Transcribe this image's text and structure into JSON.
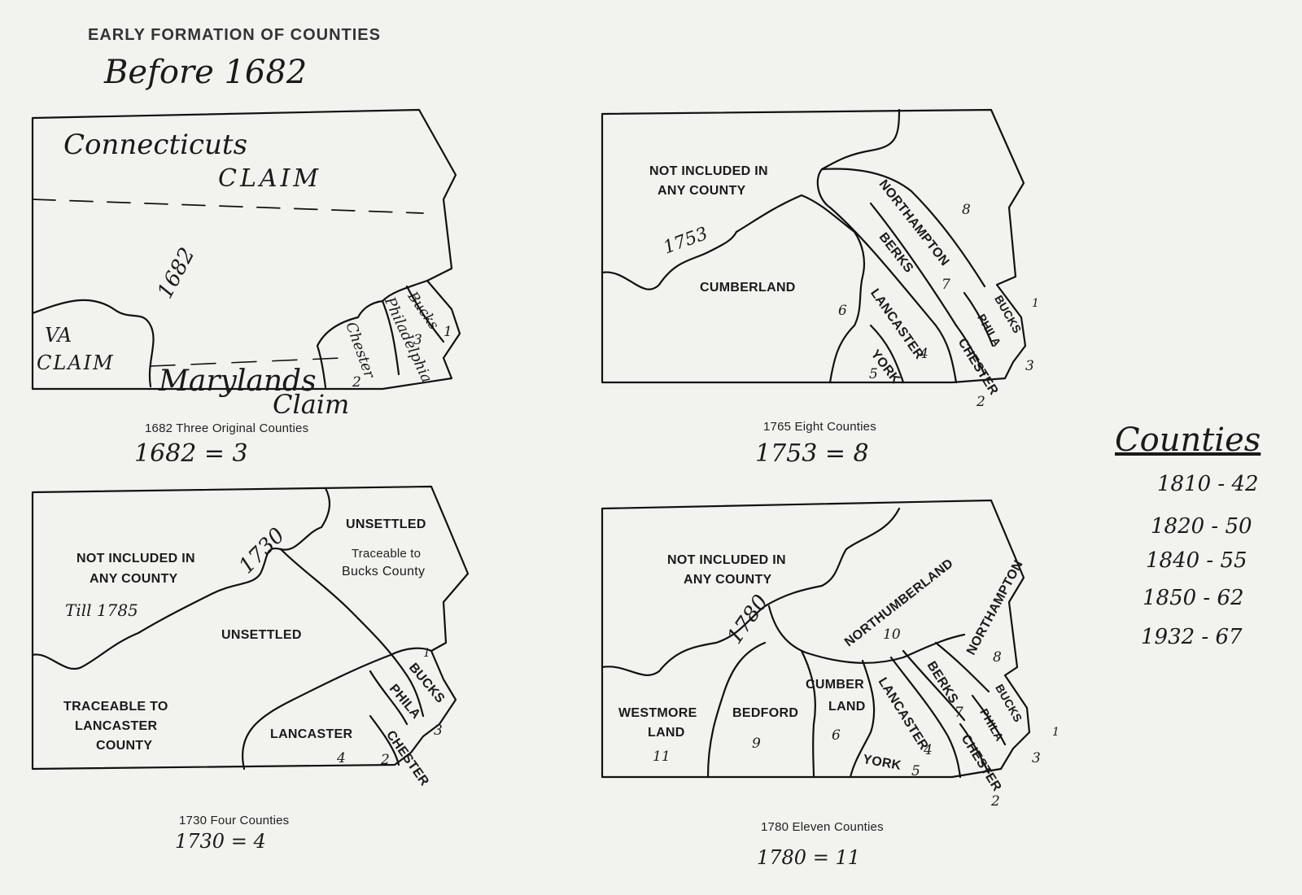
{
  "page": {
    "title": "EARLY FORMATION OF COUNTIES",
    "subtitle": "Before 1682"
  },
  "map1": {
    "connecticut_claim_1": "Connecticuts",
    "connecticut_claim_2": "CLAIM",
    "year": "1682",
    "va_claim_1": "VA",
    "va_claim_2": "CLAIM",
    "maryland_claim_1": "Marylands",
    "maryland_claim_2": "Claim",
    "bucks": "Bucks",
    "bucks_num": "1",
    "philadelphia": "Philadelphia",
    "philadelphia_num": "3",
    "chester": "Chester",
    "chester_num": "2",
    "caption": "1682 Three Original Counties",
    "note": "1682 = 3"
  },
  "map2": {
    "not_included_1": "NOT INCLUDED IN",
    "not_included_2": "ANY COUNTY",
    "year": "1753",
    "cumberland": "CUMBERLAND",
    "cumberland_num": "6",
    "northampton": "NORTHAMPTON",
    "northampton_num": "8",
    "berks": "BERKS",
    "berks_num": "7",
    "lancaster": "LANCASTER",
    "lancaster_num": "4",
    "york": "YORK",
    "york_num": "5",
    "bucks": "BUCKS",
    "bucks_num": "1",
    "phila": "PHILA",
    "phila_num": "3",
    "chester": "CHESTER",
    "chester_num": "2",
    "caption": "1765 Eight Counties",
    "note": "1753 = 8"
  },
  "map3": {
    "not_included_1": "NOT INCLUDED IN",
    "not_included_2": "ANY COUNTY",
    "till": "Till 1785",
    "year": "1730",
    "unsettled_top": "UNSETTLED",
    "traceable_bucks_1": "Traceable to",
    "traceable_bucks_2": "Bucks County",
    "unsettled_mid": "UNSETTLED",
    "traceable_lanc_1": "TRACEABLE TO",
    "traceable_lanc_2": "LANCASTER",
    "traceable_lanc_3": "COUNTY",
    "lancaster": "LANCASTER",
    "lancaster_num": "4",
    "bucks": "BUCKS",
    "bucks_num": "1",
    "phila": "PHILA",
    "phila_num": "3",
    "chester": "CHESTER",
    "chester_num": "2",
    "caption": "1730 Four Counties",
    "note": "1730 = 4"
  },
  "map4": {
    "not_included_1": "NOT INCLUDED IN",
    "not_included_2": "ANY COUNTY",
    "year": "1780",
    "northumberland": "NORTHUMBERLAND",
    "northumberland_num": "10",
    "northampton": "NORTHAMPTON",
    "northampton_num": "8",
    "westmoreland_1": "WESTMORE",
    "westmoreland_2": "LAND",
    "westmoreland_num": "11",
    "bedford": "BEDFORD",
    "bedford_num": "9",
    "cumberland_1": "CUMBER",
    "cumberland_2": "LAND",
    "cumberland_num": "6",
    "lancaster": "LANCASTER",
    "lancaster_num": "4",
    "berks": "BERKS",
    "berks_num": "7",
    "york": "YORK",
    "york_num": "5",
    "bucks": "BUCKS",
    "bucks_num": "1",
    "phila": "PHILA",
    "phila_num": "3",
    "chester": "CHESTER",
    "chester_num": "2",
    "caption": "1780 Eleven Counties",
    "note": "1780 = 11"
  },
  "counties_list": {
    "heading": "Counties",
    "items": [
      "1810 - 42",
      "1820 - 50",
      "1840 - 55",
      "1850 - 62",
      "1932 - 67"
    ]
  }
}
